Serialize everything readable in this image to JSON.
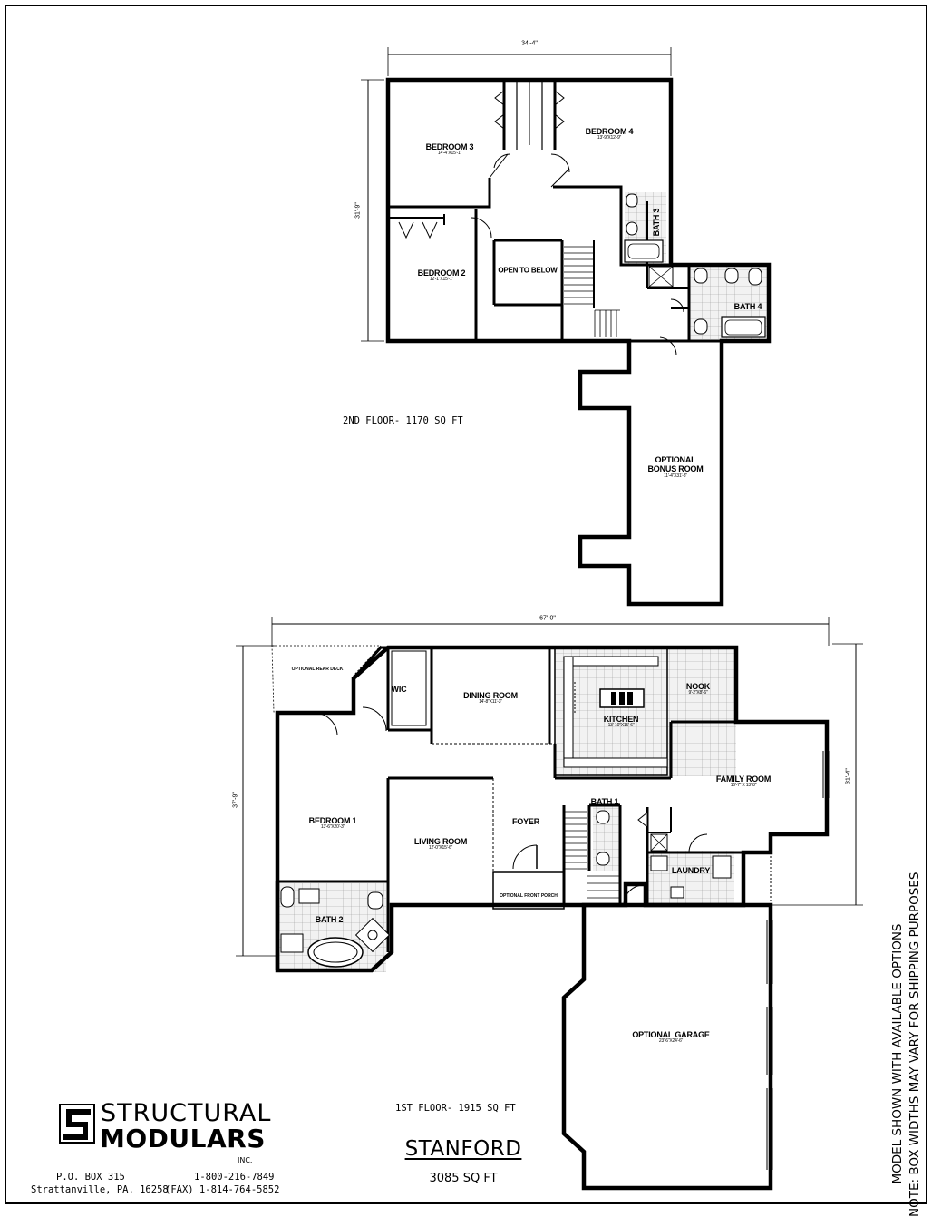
{
  "floor2": {
    "label": "2ND FLOOR- 1170 SQ FT",
    "width_dim": "34'-4\"",
    "depth_dim": "31'-9\"",
    "rooms": [
      {
        "key": "bedroom3",
        "name": "BEDROOM 3",
        "dim": "14'-4\"X15'-1\""
      },
      {
        "key": "bedroom4",
        "name": "BEDROOM 4",
        "dim": "13'-9\"X12'-9\""
      },
      {
        "key": "bath3",
        "name": "BATH 3",
        "dim": ""
      },
      {
        "key": "bedroom2",
        "name": "BEDROOM 2",
        "dim": "12'-1\"X15'-1\""
      },
      {
        "key": "open",
        "name": "OPEN TO BELOW",
        "dim": ""
      },
      {
        "key": "bath4",
        "name": "BATH 4",
        "dim": ""
      },
      {
        "key": "bonus",
        "name": "OPTIONAL\nBONUS ROOM",
        "dim": "11'-4\"X31'-8\""
      }
    ]
  },
  "floor1": {
    "label": "1ST FLOOR- 1915 SQ FT",
    "width_dim": "67'-0\"",
    "depth_left_dim": "37'-9\"",
    "depth_right_dim": "31'-4\"",
    "rooms": [
      {
        "key": "deck",
        "name": "OPTIONAL REAR DECK",
        "dim": ""
      },
      {
        "key": "wic",
        "name": "WIC",
        "dim": ""
      },
      {
        "key": "dining",
        "name": "DINING ROOM",
        "dim": "14'-8\"X11'-3\""
      },
      {
        "key": "kitchen",
        "name": "KITCHEN",
        "dim": "13'-10\"X15'-6\""
      },
      {
        "key": "nook",
        "name": "NOOK",
        "dim": "9'-2\"X8'-6\""
      },
      {
        "key": "family",
        "name": "FAMILY ROOM",
        "dim": "16'-7\" X 13'-8\""
      },
      {
        "key": "bedroom1",
        "name": "BEDROOM 1",
        "dim": "13'-6\"X20'-3\""
      },
      {
        "key": "living",
        "name": "LIVING ROOM",
        "dim": "12'-0\"X15'-6\""
      },
      {
        "key": "foyer",
        "name": "FOYER",
        "dim": ""
      },
      {
        "key": "bath1",
        "name": "BATH 1",
        "dim": ""
      },
      {
        "key": "laundry",
        "name": "LAUNDRY",
        "dim": ""
      },
      {
        "key": "bath2",
        "name": "BATH 2",
        "dim": ""
      },
      {
        "key": "porch",
        "name": "OPTIONAL FRONT PORCH",
        "dim": ""
      },
      {
        "key": "garage",
        "name": "OPTIONAL GARAGE",
        "dim": "23'-6\"X24'-6\""
      }
    ]
  },
  "model": {
    "name": "STANFORD",
    "sqft": "3085 SQ FT"
  },
  "company": {
    "line1": "STRUCTURAL",
    "line2": "MODULARS",
    "line3": "INC.",
    "address1": "P.O. BOX 315",
    "address2": "Strattanville, PA. 16258",
    "phone": "1-800-216-7849",
    "fax": "(FAX) 1-814-764-5852"
  },
  "note": {
    "line1": "MODEL SHOWN WITH AVAILABLE OPTIONS",
    "line2": "NOTE: BOX WIDTHS MAY VARY FOR SHIPPING PURPOSES"
  }
}
